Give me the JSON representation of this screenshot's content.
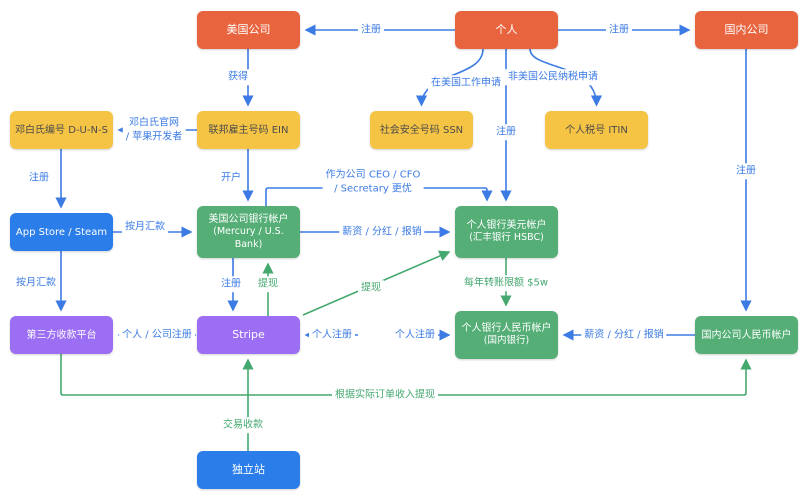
{
  "colors": {
    "node_orange": "#E8643F",
    "node_yellow": "#F6C445",
    "node_blue": "#2B7DE9",
    "node_green": "#54AE76",
    "node_purple": "#9B6EF3",
    "edge_blue": "#3C7BE4",
    "edge_green": "#45A86F",
    "background": "#FFFFFF"
  },
  "nodes": {
    "us_company": {
      "label": "美国公司"
    },
    "person": {
      "label": "个人"
    },
    "cn_company": {
      "label": "国内公司"
    },
    "duns": {
      "label": "邓白氏编号 D-U-N-S"
    },
    "ein": {
      "label": "联邦雇主号码 EIN"
    },
    "ssn": {
      "label": "社会安全号码 SSN"
    },
    "itin": {
      "label": "个人税号 ITIN"
    },
    "app_store": {
      "label": "App Store / Steam"
    },
    "us_bank": {
      "label": "美国公司银行帐户",
      "sublabel": "(Mercury / U.S. Bank)"
    },
    "hsbc": {
      "label": "个人银行美元帐户",
      "sublabel": "(汇丰银行 HSBC)"
    },
    "third_party": {
      "label": "第三方收款平台"
    },
    "stripe": {
      "label": "Stripe"
    },
    "rmb_personal": {
      "label": "个人银行人民币帐户",
      "sublabel": "(国内银行)"
    },
    "rmb_company": {
      "label": "国内公司人民币帐户"
    },
    "indie_site": {
      "label": "独立站"
    }
  },
  "edges": {
    "reg_us_company": {
      "from": "person",
      "to": "us_company",
      "label": "注册"
    },
    "reg_cn_company": {
      "from": "person",
      "to": "cn_company",
      "label": "注册"
    },
    "obtain_ein": {
      "from": "us_company",
      "to": "ein",
      "label": "获得"
    },
    "duns_channel": {
      "from": "ein",
      "to": "duns",
      "label": "邓白氏官网 / 苹果开发者",
      "label_line1": "邓白氏官网",
      "label_line2": "/ 苹果开发者"
    },
    "apply_ssn": {
      "from": "person",
      "to": "ssn",
      "label": "在美国工作申请"
    },
    "apply_itin": {
      "from": "person",
      "to": "itin",
      "label": "非美国公民纳税申请"
    },
    "reg_hsbc": {
      "from": "person",
      "to": "hsbc",
      "label": "注册"
    },
    "reg_app_store": {
      "from": "duns",
      "to": "app_store",
      "label": "注册"
    },
    "open_account": {
      "from": "ein",
      "to": "us_bank",
      "label": "开户"
    },
    "officer_better": {
      "from": "us_bank",
      "to": "hsbc",
      "label": "作为公司 CEO / CFO / Secretary 更优",
      "label_line1": "作为公司 CEO / CFO",
      "label_line2": "/ Secretary 更优"
    },
    "monthly_remit_bank": {
      "from": "app_store",
      "to": "us_bank",
      "label": "按月汇款"
    },
    "monthly_remit_platform": {
      "from": "app_store",
      "to": "third_party",
      "label": "按月汇款"
    },
    "salary_usd": {
      "from": "us_bank",
      "to": "hsbc",
      "label": "薪资 / 分红 / 报销"
    },
    "reg_stripe": {
      "from": "us_bank",
      "to": "stripe",
      "label": "注册"
    },
    "withdraw_to_usbank": {
      "from": "stripe",
      "to": "us_bank",
      "label": "提现"
    },
    "withdraw_to_hsbc": {
      "from": "stripe",
      "to": "hsbc",
      "label": "提现"
    },
    "annual_limit": {
      "from": "hsbc",
      "to": "rmb_personal",
      "label": "每年转账限额 $5w"
    },
    "reg_rmb_company": {
      "from": "cn_company",
      "to": "rmb_company",
      "label": "注册"
    },
    "personal_company_reg": {
      "to": "third_party",
      "label": "个人 / 公司注册"
    },
    "personal_reg_stripe": {
      "to": "stripe",
      "label": "个人注册"
    },
    "personal_reg_rmb": {
      "to": "rmb_personal",
      "label": "个人注册"
    },
    "salary_rmb": {
      "from": "rmb_company",
      "to": "rmb_personal",
      "label": "薪资 / 分红 / 报销"
    },
    "order_income_withdraw": {
      "from": "third_party",
      "to": "rmb_company",
      "label": "根据实际订单收入提现"
    },
    "transaction_collection": {
      "from": "indie_site",
      "to": "stripe",
      "label": "交易收款"
    }
  }
}
